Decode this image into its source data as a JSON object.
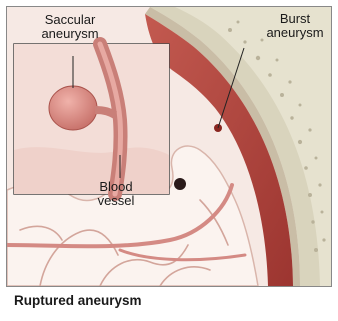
{
  "labels": {
    "saccular_line1": "Saccular",
    "saccular_line2": "aneurysm",
    "burst_line1": "Burst",
    "burst_line2": "aneurysm",
    "blood_line1": "Blood",
    "blood_line2": "vessel",
    "caption": "Ruptured aneurysm"
  },
  "colors": {
    "blood": "#b0413a",
    "vessel": "#d48a84",
    "brain": "#f6e9e4",
    "bone": "#d9d4bd",
    "border": "#4a4a4a"
  }
}
